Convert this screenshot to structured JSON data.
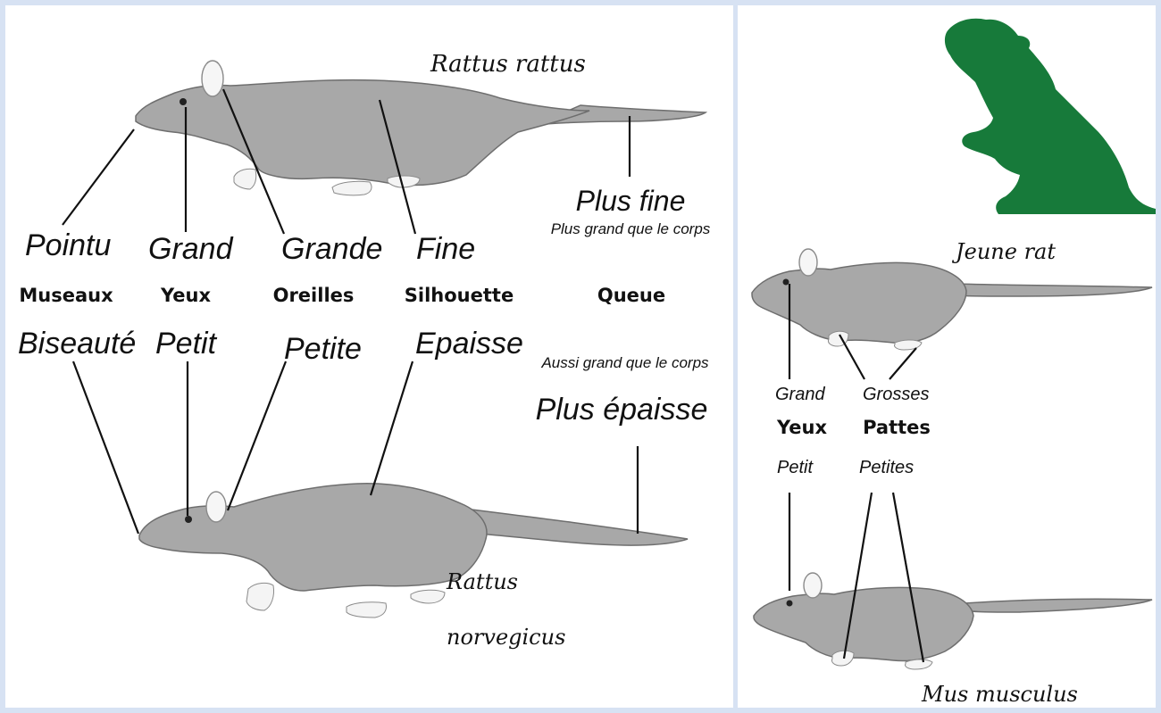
{
  "colors": {
    "frame": "#d7e2f3",
    "panel": "#ffffff",
    "rat_fill": "#a8a8a8",
    "silhouette": "#177a3a"
  },
  "species": {
    "rattus_rattus": "Rattus rattus",
    "rattus_norvegicus_line1": "Rattus",
    "rattus_norvegicus_line2": "norvegicus",
    "jeune_rat": "Jeune rat",
    "mus_musculus": "Mus musculus"
  },
  "traits": {
    "museaux": {
      "name": "Museaux",
      "top": "Pointu",
      "bottom": "Biseauté"
    },
    "yeux": {
      "name": "Yeux",
      "top": "Grand",
      "bottom": "Petit"
    },
    "oreilles": {
      "name": "Oreilles",
      "top": "Grande",
      "bottom": "Petite"
    },
    "silhouette": {
      "name": "Silhouette",
      "top": "Fine",
      "bottom": "Epaisse"
    },
    "queue": {
      "name": "Queue",
      "top": "Plus fine",
      "top_sub": "Plus grand que le corps",
      "bottom_sub": "Aussi grand que le corps",
      "bottom": "Plus épaisse"
    }
  },
  "young": {
    "yeux": {
      "name": "Yeux",
      "top": "Grand",
      "bottom": "Petit"
    },
    "pattes": {
      "name": "Pattes",
      "top": "Grosses",
      "bottom": "Petites"
    }
  }
}
